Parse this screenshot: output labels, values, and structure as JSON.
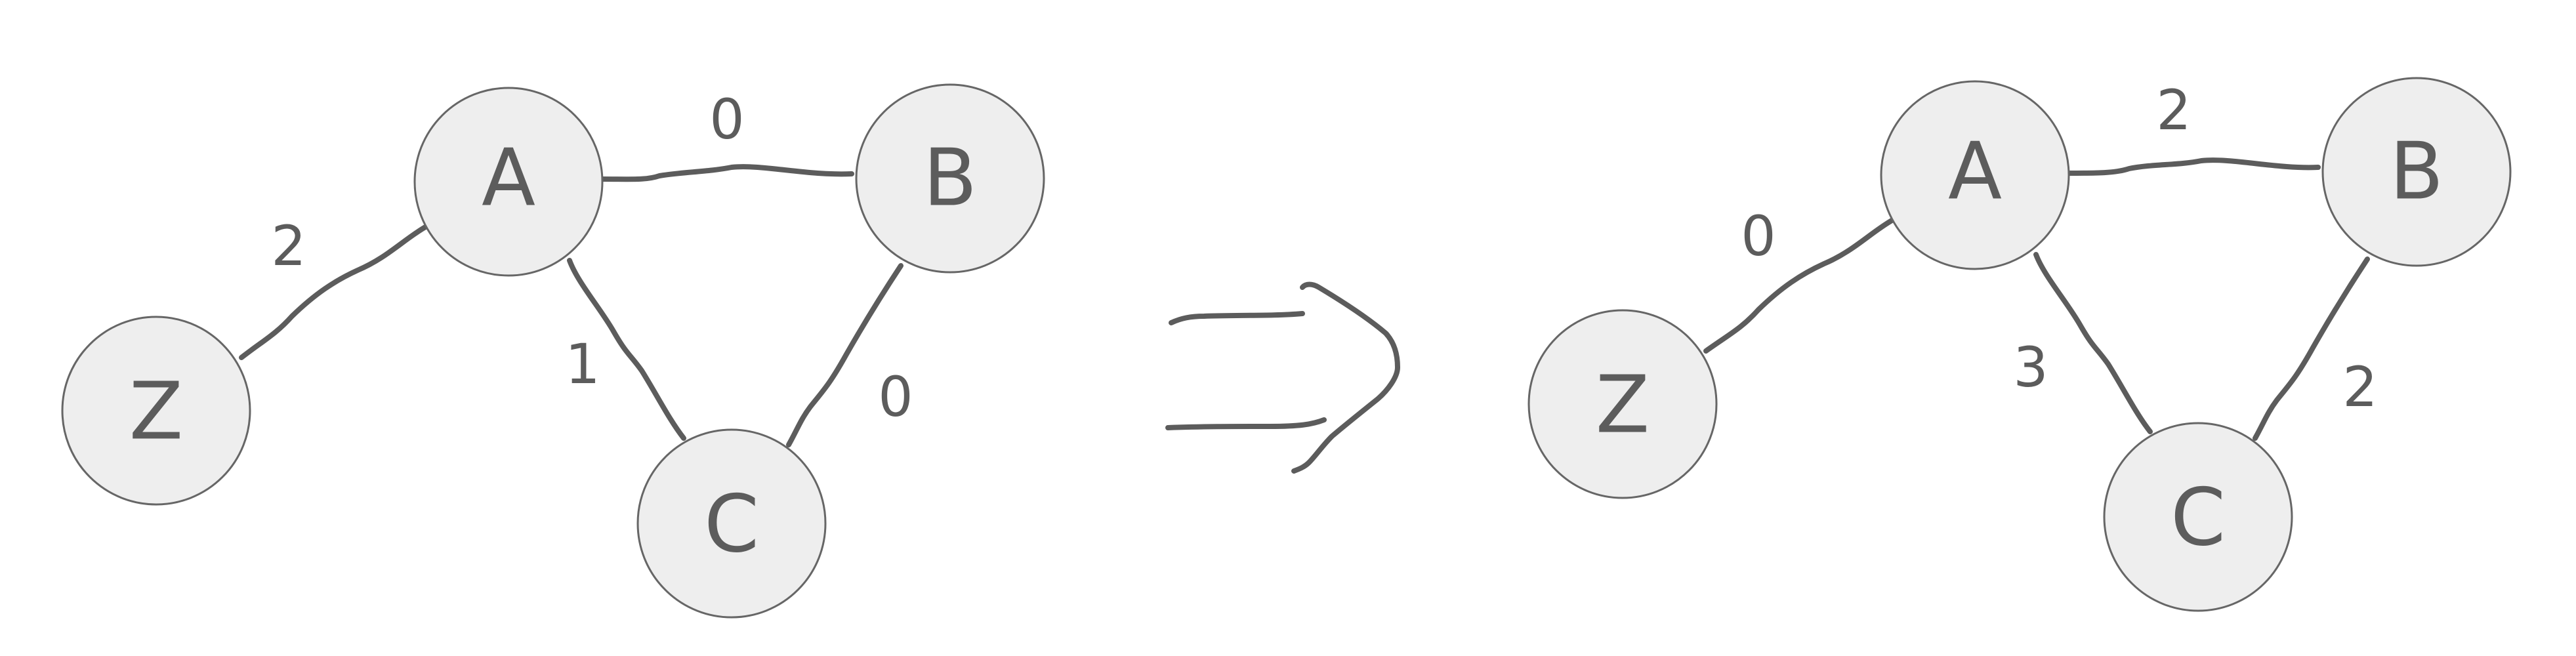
{
  "graphs": [
    {
      "id": "before",
      "nodes": [
        {
          "id": "A",
          "label": "A"
        },
        {
          "id": "B",
          "label": "B"
        },
        {
          "id": "C",
          "label": "C"
        },
        {
          "id": "Z",
          "label": "Z"
        }
      ],
      "edges": [
        {
          "from": "A",
          "to": "B",
          "weight": "0"
        },
        {
          "from": "Z",
          "to": "A",
          "weight": "2"
        },
        {
          "from": "A",
          "to": "C",
          "weight": "1"
        },
        {
          "from": "B",
          "to": "C",
          "weight": "0"
        }
      ]
    },
    {
      "id": "after",
      "nodes": [
        {
          "id": "A",
          "label": "A"
        },
        {
          "id": "B",
          "label": "B"
        },
        {
          "id": "C",
          "label": "C"
        },
        {
          "id": "Z",
          "label": "Z"
        }
      ],
      "edges": [
        {
          "from": "A",
          "to": "B",
          "weight": "2"
        },
        {
          "from": "Z",
          "to": "A",
          "weight": "0"
        },
        {
          "from": "A",
          "to": "C",
          "weight": "3"
        },
        {
          "from": "B",
          "to": "C",
          "weight": "2"
        }
      ]
    }
  ],
  "colors": {
    "node_fill": "#eeeeee",
    "node_stroke": "#666666",
    "ink": "#5c5c5c",
    "background": "#ffffff"
  }
}
